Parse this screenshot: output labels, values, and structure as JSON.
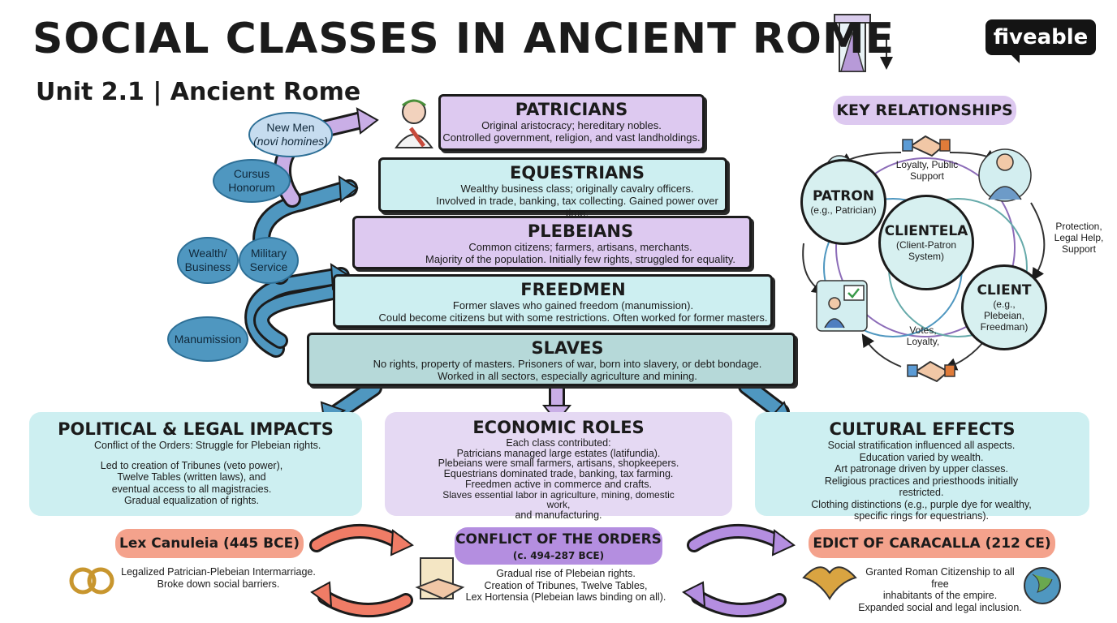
{
  "header": {
    "title": "SOCIAL CLASSES IN ANCIENT ROME",
    "subtitle": "Unit 2.1 | Ancient Rome",
    "brand": "fiveable"
  },
  "mobility": {
    "ovals": [
      {
        "text": "New Men",
        "italic": "(novi homines)"
      },
      {
        "text": "Cursus Honorum"
      },
      {
        "text": "Wealth/ Business"
      },
      {
        "text": "Military Service"
      },
      {
        "text": "Manumission"
      }
    ]
  },
  "pyramid": {
    "tiers": [
      {
        "name": "PATRICIANS",
        "lines": [
          "Original aristocracy; hereditary nobles.",
          "Controlled government, religion, and vast landholdings."
        ]
      },
      {
        "name": "EQUESTRIANS",
        "lines": [
          "Wealthy business class; originally cavalry officers.",
          "Involved in trade, banking, tax collecting. Gained power over time."
        ]
      },
      {
        "name": "PLEBEIANS",
        "lines": [
          "Common citizens; farmers, artisans, merchants.",
          "Majority of the population. Initially few rights, struggled for equality."
        ]
      },
      {
        "name": "FREEDMEN",
        "lines": [
          "Former slaves who gained freedom (manumission).",
          "Could become citizens but with some restrictions. Often worked for former masters."
        ]
      },
      {
        "name": "SLAVES",
        "lines": [
          "No rights, property of masters. Prisoners of war, born into slavery, or debt bondage.",
          "Worked in all sectors, especially agriculture and mining."
        ]
      }
    ]
  },
  "relationships": {
    "title": "KEY RELATIONSHIPS",
    "patron": {
      "title": "PATRON",
      "sub": "(e.g., Patrician)"
    },
    "clientela": {
      "title": "CLIENTELA",
      "sub": "(Client-Patron System)"
    },
    "client": {
      "title": "CLIENT",
      "sub": "(e.g., Plebeian, Freedman)"
    },
    "labels": {
      "top": "Loyalty, Public Support",
      "right": "Protection, Legal Help, Support",
      "bottom": "Votes, Loyalty,"
    }
  },
  "panels": {
    "political": {
      "title": "POLITICAL & LEGAL IMPACTS",
      "intro": "Conflict of the Orders: Struggle for Plebeian rights.",
      "lines": [
        "Led to creation of Tribunes (veto power),",
        "Twelve Tables (written laws), and",
        "eventual access to all magistracies.",
        "Gradual equalization of rights."
      ]
    },
    "economic": {
      "title": "ECONOMIC ROLES",
      "lines": [
        "Each class contributed:",
        "Patricians managed large estates (latifundia).",
        "Plebeians were small farmers, artisans, shopkeepers.",
        "Equestrians dominated trade, banking, tax farming.",
        "Freedmen active in commerce and crafts.",
        "Slaves essential labor in agriculture, mining, domestic work,",
        "and manufacturing."
      ]
    },
    "cultural": {
      "title": "CULTURAL EFFECTS",
      "lines": [
        "Social stratification influenced all aspects.",
        "Education varied by wealth.",
        "Art patronage driven by upper classes.",
        "Religious practices and priesthoods initially restricted.",
        "Clothing distinctions (e.g., purple dye for wealthy,",
        "specific rings for equestrians)."
      ]
    }
  },
  "timeline": {
    "lex": {
      "title": "Lex Canuleia (445 BCE)",
      "lines": [
        "Legalized Patrician-Plebeian Intermarriage.",
        "Broke down social barriers."
      ]
    },
    "conflict": {
      "title": "CONFLICT OF THE ORDERS",
      "dates": "(c. 494-287 BCE)",
      "lines": [
        "Gradual rise of Plebeian rights.",
        "Creation of Tribunes, Twelve Tables,",
        "Lex Hortensia (Plebeian laws binding on all)."
      ]
    },
    "edict": {
      "title": "EDICT OF CARACALLA (212 CE)",
      "lines": [
        "Granted Roman Citizenship to all free",
        "inhabitants of the empire.",
        "Expanded social and legal inclusion."
      ]
    }
  },
  "colors": {
    "purple": "#ddc9f0",
    "cyan": "#cdeff1",
    "teal": "#b6d9d9",
    "oval": "#4f97c0",
    "salmon": "#f4a28c",
    "violet": "#b48ee0"
  }
}
